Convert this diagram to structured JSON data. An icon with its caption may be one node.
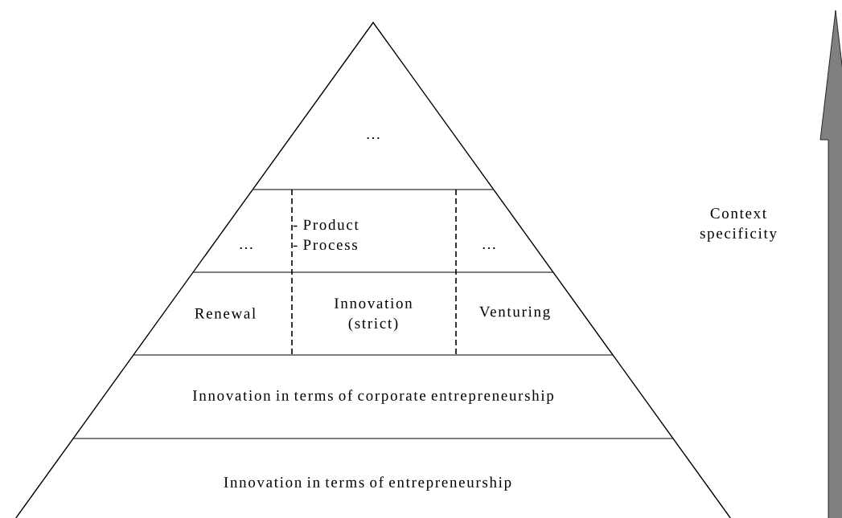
{
  "diagram": {
    "nodes": [
      {
        "text": [
          "…"
        ]
      },
      {
        "text": [
          "…"
        ]
      },
      {
        "text": [
          "- Product",
          "- Process"
        ]
      },
      {
        "text": [
          "…"
        ]
      },
      {
        "text": [
          "Renewal"
        ]
      },
      {
        "text": [
          "Innovation (strict)"
        ]
      },
      {
        "text": [
          "Venturing"
        ]
      },
      {
        "text": [
          "Innovation in terms of corporate entrepreneurship"
        ]
      },
      {
        "text": [
          "Innovation in terms of entrepreneurship"
        ]
      }
    ],
    "labels": [
      "Context specificity"
    ]
  }
}
